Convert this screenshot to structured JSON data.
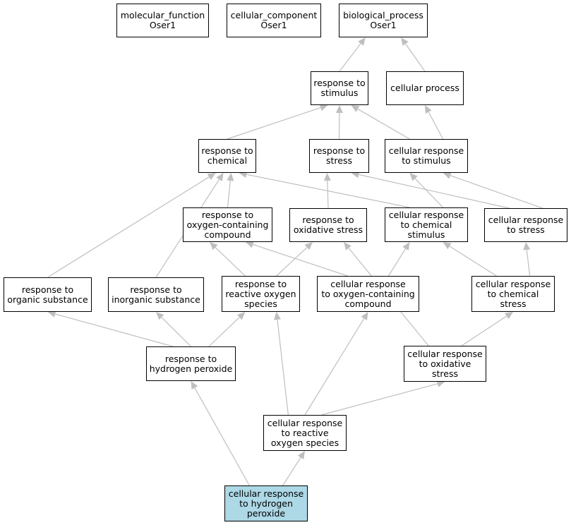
{
  "colors": {
    "edge": "#bfbfbf",
    "node_border": "#000000",
    "node_fill": "#ffffff",
    "focus_fill": "#add8e6"
  },
  "nodes": {
    "mf": "molecular_function\nOser1",
    "cc": "cellular_component\nOser1",
    "bp": "biological_process\nOser1",
    "rts": "response to\nstimulus",
    "cp": "cellular process",
    "rtc": "response to\nchemical",
    "rtst": "response to\nstress",
    "crts": "cellular response\nto stimulus",
    "rtocc": "response to\noxygen-containing\ncompound",
    "rtos": "response to\noxidative stress",
    "crtcs": "cellular response\nto chemical\nstimulus",
    "crtst": "cellular response\nto stress",
    "rtors": "response to\norganic substance",
    "rtis": "response to\ninorganic substance",
    "rtros": "response to\nreactive oxygen\nspecies",
    "crtocc": "cellular response\nto oxygen-containing\ncompound",
    "crtcst": "cellular response\nto chemical\nstress",
    "rthp": "response to\nhydrogen peroxide",
    "crtos": "cellular response\nto oxidative\nstress",
    "crtros": "cellular response\nto reactive\noxygen species",
    "crthp": "cellular response\nto hydrogen\nperoxide"
  },
  "edges": [
    [
      "rts",
      "bp"
    ],
    [
      "cp",
      "bp"
    ],
    [
      "rtc",
      "rts"
    ],
    [
      "rtst",
      "rts"
    ],
    [
      "crts",
      "rts"
    ],
    [
      "crts",
      "cp"
    ],
    [
      "rtocc",
      "rtc"
    ],
    [
      "crtcs",
      "rtc"
    ],
    [
      "crtcs",
      "crts"
    ],
    [
      "rtos",
      "rtst"
    ],
    [
      "crtst",
      "rtst"
    ],
    [
      "crtst",
      "crts"
    ],
    [
      "rtors",
      "rtc"
    ],
    [
      "rtis",
      "rtc"
    ],
    [
      "rtros",
      "rtocc"
    ],
    [
      "rtros",
      "rtos"
    ],
    [
      "crtocc",
      "rtocc"
    ],
    [
      "crtocc",
      "crtcs"
    ],
    [
      "crtcst",
      "crtcs"
    ],
    [
      "crtcst",
      "crtst"
    ],
    [
      "rthp",
      "rtors"
    ],
    [
      "rthp",
      "rtis"
    ],
    [
      "rthp",
      "rtros"
    ],
    [
      "crtos",
      "rtos"
    ],
    [
      "crtos",
      "crtcst"
    ],
    [
      "crtros",
      "rtros"
    ],
    [
      "crtros",
      "crtocc"
    ],
    [
      "crtros",
      "crtos"
    ],
    [
      "crthp",
      "rthp"
    ],
    [
      "crthp",
      "crtros"
    ]
  ]
}
